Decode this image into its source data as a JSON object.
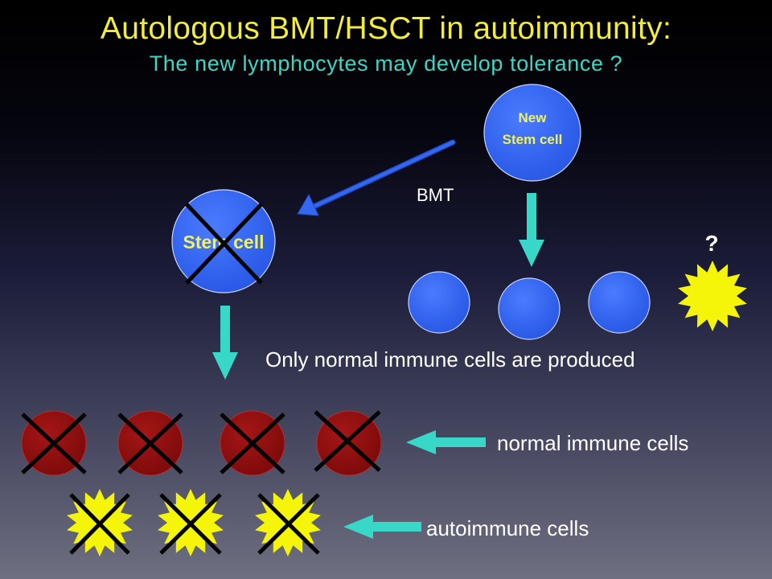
{
  "title": "Autologous BMT/HSCT in autoimmunity:",
  "subtitle": "The new lymphocytes may develop tolerance ?",
  "new_stem_cell": {
    "line1": "New",
    "line2": "Stem cell"
  },
  "old_stem_cell": {
    "label": "Stem cell"
  },
  "bmt_label": "BMT",
  "question_mark": "?",
  "only_normal_label": "Only normal immune cells are produced",
  "normal_cells_label": "normal immune cells",
  "autoimmune_cells_label": "autoimmune cells",
  "colors": {
    "title": "#f2ec3a",
    "subtitle": "#3fd6c4",
    "blue_cell": "#2f63ef",
    "red_cell": "#8c0f0f",
    "yellow_cell": "#f5f50a",
    "teal_arrow": "#38d8c8",
    "blue_arrow": "#2f5fe6"
  }
}
